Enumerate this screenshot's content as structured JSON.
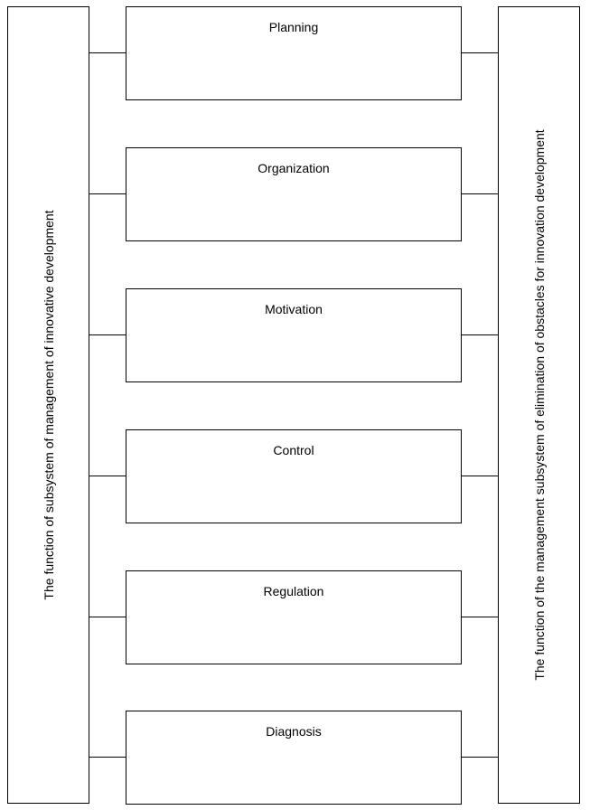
{
  "left_panel": {
    "label": "The function of subsystem of management of innovative development"
  },
  "right_panel": {
    "label": "The function of the management subsystem of elimination of obstacles for innovation development"
  },
  "functions": [
    {
      "label": "Planning"
    },
    {
      "label": "Organization"
    },
    {
      "label": "Motivation"
    },
    {
      "label": "Control"
    },
    {
      "label": "Regulation"
    },
    {
      "label": "Diagnosis"
    }
  ]
}
